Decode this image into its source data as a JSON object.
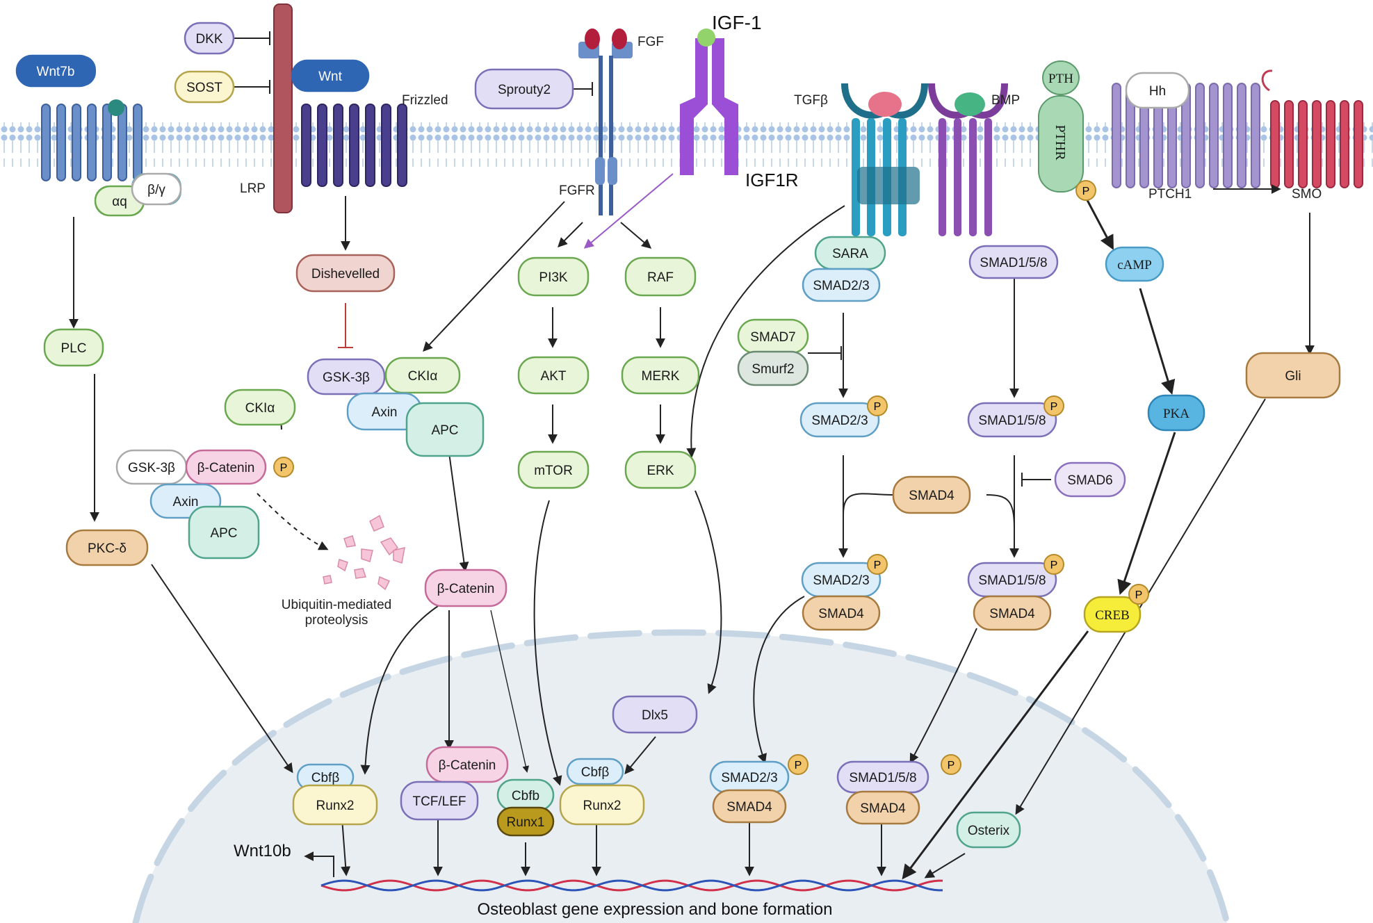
{
  "membrane_labels": {
    "frizzled": "Frizzled",
    "lrp": "LRP",
    "fgf": "FGF",
    "fgfr": "FGFR",
    "igf1": "IGF-1",
    "igf1r": "IGF1R",
    "tgfb": "TGFβ",
    "bmp": "BMP",
    "ptch1": "PTCH1",
    "smo": "SMO",
    "pthr_label": "PTHR"
  },
  "ligands": {
    "wnt7b": "Wnt7b",
    "wnt": "Wnt",
    "dkk": "DKK",
    "sost": "SOST",
    "sprouty2": "Sprouty2",
    "pth": "PTH",
    "hh": "Hh",
    "aq": "αq",
    "by": "β/γ"
  },
  "wnt7b_path": {
    "plc": "PLC",
    "pkc": "PKC-δ"
  },
  "wnt_path": {
    "dishevelled": "Dishevelled",
    "gsk3b": "GSK-3β",
    "ckia": "CKIα",
    "axin": "Axin",
    "apc": "APC",
    "beta_catenin": "β-Catenin",
    "degradation": {
      "ckia": "CKIα",
      "gsk3b": "GSK-3β",
      "beta_catenin": "β-Catenin",
      "axin": "Axin",
      "apc": "APC",
      "phospho": "P",
      "proteolysis_line1": "Ubiquitin-mediated",
      "proteolysis_line2": "proteolysis"
    }
  },
  "fgf_path": {
    "pi3k": "PI3K",
    "akt": "AKT",
    "mtor": "mTOR",
    "raf": "RAF",
    "merk": "MERK",
    "erk": "ERK"
  },
  "tgfb_path": {
    "sara": "SARA",
    "smad23": "SMAD2/3",
    "smad7": "SMAD7",
    "smurf2": "Smurf2",
    "smad23_p": "SMAD2/3",
    "smad4": "SMAD4",
    "smad23_c": "SMAD2/3",
    "smad4_c": "SMAD4",
    "phospho": "P"
  },
  "bmp_path": {
    "smad158": "SMAD1/5/8",
    "smad158_p": "SMAD1/5/8",
    "smad6": "SMAD6",
    "smad158_c": "SMAD1/5/8",
    "smad4_c": "SMAD4"
  },
  "pth_path": {
    "camp": "cAMP",
    "pka": "PKA",
    "creb": "CREB"
  },
  "hh_path": {
    "gli": "Gli"
  },
  "nucleus": {
    "cbfb1": "Cbfβ",
    "runx2_1": "Runx2",
    "beta_catenin": "β-Catenin",
    "tcf_lef": "TCF/LEF",
    "cbfb_small": "Cbfb",
    "runx1": "Runx1",
    "cbfb2": "Cbfβ",
    "runx2_2": "Runx2",
    "dlx5": "Dlx5",
    "smad23": "SMAD2/3",
    "smad4_a": "SMAD4",
    "smad158": "SMAD1/5/8",
    "smad4_b": "SMAD4",
    "osterix": "Osterix",
    "wnt10b": "Wnt10b",
    "output": "Osteoblast gene expression and bone formation"
  }
}
